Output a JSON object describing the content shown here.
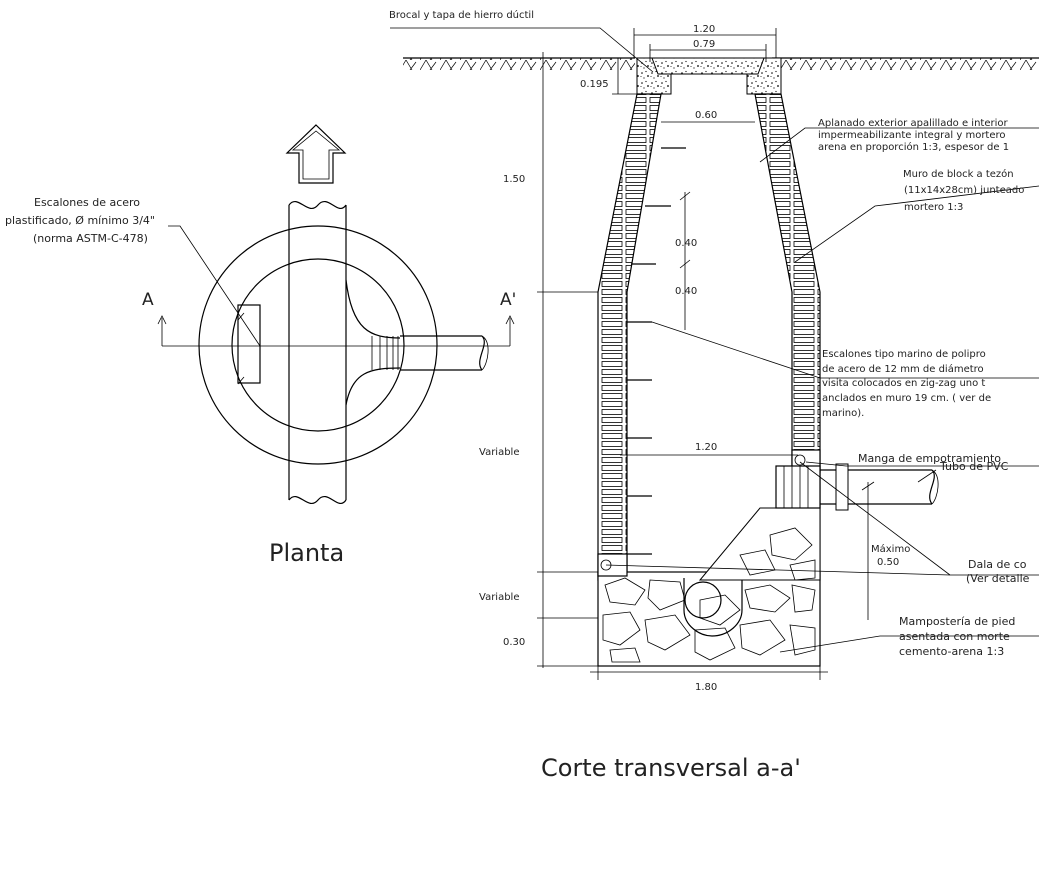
{
  "labels": {
    "brocal": "Brocal y tapa  de hierro dúctil",
    "escalones_plan": [
      "Escalones de acero",
      "plastificado, Ø mínimo 3/4\"",
      "(norma ASTM-C-478)"
    ],
    "section_a": "A",
    "section_a_prime": "A'",
    "planta": "Planta",
    "corte": "Corte transversal a-a'",
    "aplanado": [
      "Aplanado exterior apalillado e interior",
      "impermeabilizante integral y mortero",
      "arena en proporción 1:3, espesor de  1"
    ],
    "muro": [
      "Muro de block a tezón",
      "(11x14x28cm) junteado",
      "mortero 1:3"
    ],
    "escalones_section": [
      "Escalones tipo marino de polipro",
      "de acero de 12 mm de diámetro",
      "visita colocados en zig-zag uno t",
      "anclados en muro 19 cm. ( ver de",
      "marino)."
    ],
    "manga": "Manga de empotramiento",
    "tubo": "Tubo de PVC",
    "dala": [
      "Dala de co",
      "(Ver detalle"
    ],
    "mamposteria": [
      "Mampostería de pied",
      "asentada con morte",
      "cemento-arena 1:3"
    ],
    "maximo": [
      "Máximo",
      "0.50"
    ]
  },
  "dimensions": {
    "d120_top": "1.20",
    "d079": "0.79",
    "d0195": "0.195",
    "d060": "0.60",
    "d150": "1.50",
    "d040a": "0.40",
    "d040b": "0.40",
    "variable1": "Variable",
    "d120_mid": "1.20",
    "variable2": "Variable",
    "d030": "0.30",
    "d180": "1.80"
  }
}
